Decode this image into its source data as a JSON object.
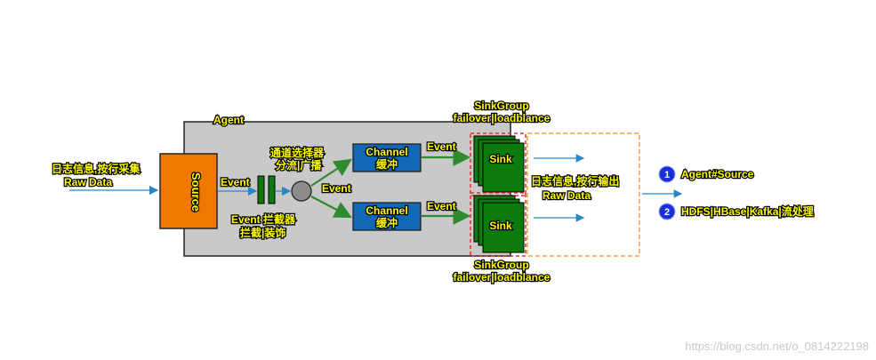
{
  "agent": {
    "label": "Agent"
  },
  "input": {
    "line1": "日志信息,按行采集",
    "line2": "Raw Data"
  },
  "source": {
    "label": "Source"
  },
  "event_labels": {
    "to_interceptor": "Event",
    "after_selector": "Event",
    "to_sink_top": "Event",
    "to_sink_bottom": "Event"
  },
  "interceptor": {
    "line1": "Event 拦截器",
    "line2": "拦截|装饰"
  },
  "selector": {
    "line1": "通道选择器",
    "line2": "分流|广播"
  },
  "channels": [
    {
      "line1": "Channel",
      "line2": "缓冲"
    },
    {
      "line1": "Channel",
      "line2": "缓冲"
    }
  ],
  "sinks": [
    {
      "label": "Sink"
    },
    {
      "label": "Sink"
    }
  ],
  "sink_groups": [
    {
      "line1": "SinkGroup",
      "line2": "failover|loadblance"
    },
    {
      "line1": "SinkGroup",
      "line2": "failover|loadblance"
    }
  ],
  "output": {
    "line1": "日志信息,按行输出",
    "line2": "Raw Data"
  },
  "legend": [
    {
      "number": "1",
      "text": "Agent#Source"
    },
    {
      "number": "2",
      "text": "HDFS|HBase|Kafka|流处理"
    }
  ],
  "watermark": "https://blog.csdn.net/o_0814222198",
  "colors": {
    "label_text": "#ffff00",
    "text_shadow": "#000000",
    "agent_bg": "#c9c9c9",
    "source_fill": "#f07800",
    "channel_fill": "#1168b8",
    "sink_fill": "#0d7a0d",
    "arrow_green": "#2e8b2e",
    "arrow_blue": "#2a88c8",
    "dashed_red": "#e03030",
    "dashed_orange": "#f0a040",
    "legend_circle": "#1a2fd8"
  }
}
